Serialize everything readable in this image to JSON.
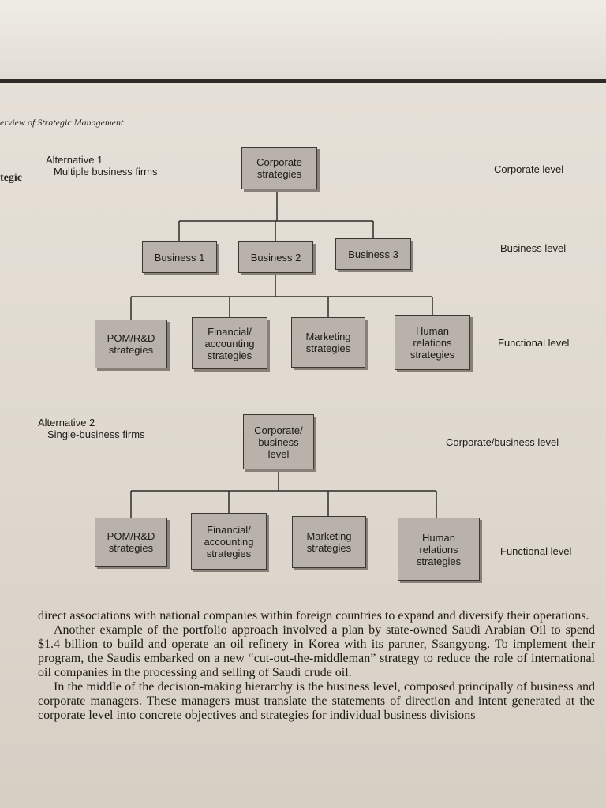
{
  "page": {
    "running_head": "erview of Strategic Management",
    "side_tab": "tegic"
  },
  "alternative1": {
    "title": "Alternative 1",
    "subtitle": "Multiple business firms",
    "corporate": [
      "Corporate",
      "strategies"
    ],
    "businesses": [
      "Business 1",
      "Business 2",
      "Business 3"
    ],
    "functional": [
      [
        "POM/R&D",
        "strategies"
      ],
      [
        "Financial/",
        "accounting",
        "strategies"
      ],
      [
        "Marketing",
        "strategies"
      ],
      [
        "Human",
        "relations",
        "strategies"
      ]
    ],
    "levels": {
      "corporate": "Corporate level",
      "business": "Business level",
      "functional": "Functional level"
    }
  },
  "alternative2": {
    "title": "Alternative 2",
    "subtitle": "Single-business firms",
    "corporate": [
      "Corporate/",
      "business",
      "level"
    ],
    "functional": [
      [
        "POM/R&D",
        "strategies"
      ],
      [
        "Financial/",
        "accounting",
        "strategies"
      ],
      [
        "Marketing",
        "strategies"
      ],
      [
        "Human",
        "relations",
        "strategies"
      ]
    ],
    "levels": {
      "corporate": "Corporate/business level",
      "functional": "Functional level"
    }
  },
  "body": {
    "paragraphs": [
      "direct associations with national companies within foreign countries to expand and diversify their operations.",
      "Another example of the portfolio approach involved a plan by state-owned Saudi Arabian Oil to spend $1.4 billion to build and operate an oil refinery in Korea with its partner, Ssangyong. To implement their program, the Saudis embarked on a new “cut-out-the-middleman” strategy to reduce the role of international oil companies in the processing and selling of Saudi crude oil.",
      "In the middle of the decision-making hierarchy is the business level, composed principally of business and corporate managers. These managers must translate the statements of direction and intent generated at the corporate level into concrete objectives and strategies for individual business divisions"
    ]
  }
}
